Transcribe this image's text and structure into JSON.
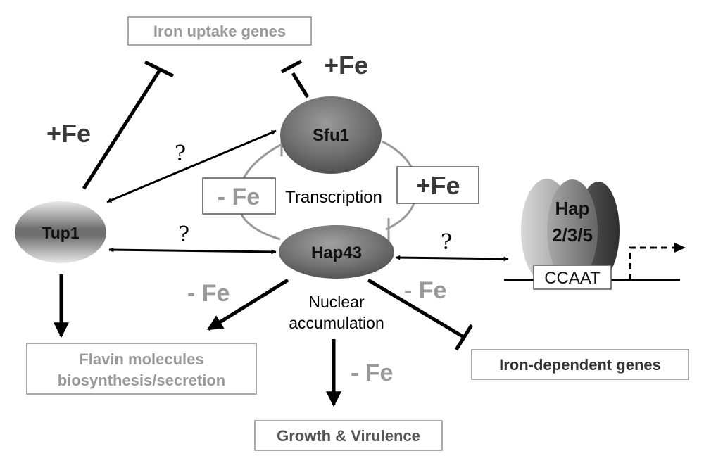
{
  "nodes": {
    "sfu1": "Sfu1",
    "tup1": "Tup1",
    "hap43": "Hap43",
    "hap_line1": "Hap",
    "hap_line2": "2/3/5"
  },
  "boxes": {
    "iron_uptake": "Iron uptake genes",
    "flavin_line1": "Flavin molecules",
    "flavin_line2": "biosynthesis/secretion",
    "iron_dependent": "Iron-dependent genes",
    "growth": "Growth & Virulence",
    "ccaat": "CCAAT",
    "minus_fe_box": "- Fe",
    "plus_fe_box": "+Fe"
  },
  "labels": {
    "plus_fe_sfu1": "+Fe",
    "plus_fe_tup1": "+Fe",
    "question_tup_sfu": "?",
    "question_tup_hap": "?",
    "question_hap_hap235": "?",
    "transcription": "Transcription",
    "minus_fe_flavin": "- Fe",
    "minus_fe_irondep": "- Fe",
    "minus_fe_growth": "- Fe",
    "nuclear": "Nuclear",
    "accumulation": "accumulation"
  },
  "colors": {
    "arrow": "#000000",
    "loop": "#999999",
    "grey_text": "#999999",
    "dark_text": "#3a3a3a",
    "box_border": "#8c8c8c"
  }
}
